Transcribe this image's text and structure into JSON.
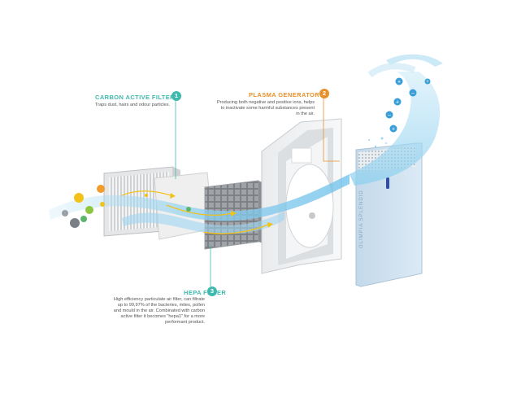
{
  "colors": {
    "teal": "#3fb9ad",
    "orange": "#e8912a",
    "airflow": "#8ed0ef",
    "purifier_body": "#cfe2f1"
  },
  "callouts": {
    "carbon": {
      "title": "CARBON ACTIVE FILTER",
      "number": "1",
      "description": "Traps dust, hairs and odour particles."
    },
    "plasma": {
      "title": "PLASMA GENERATOR",
      "number": "2",
      "description": "Producing both negative and positive ions, helps to inactivate some harmful substances present in the air."
    },
    "hepa": {
      "title": "HEPA FILTER",
      "number": "3",
      "description": "High efficiency particulate air filter, can filtrate up to 99,97% of the bacteries, mites, pollen and mould in the air. Combinated with carbon active filter it becomes \"hepa1\" for a more performant product."
    }
  },
  "product_label": "OLIMPIA SPLENDID",
  "ion_symbols": [
    "+",
    "–",
    "+",
    "–",
    "+",
    "+"
  ]
}
